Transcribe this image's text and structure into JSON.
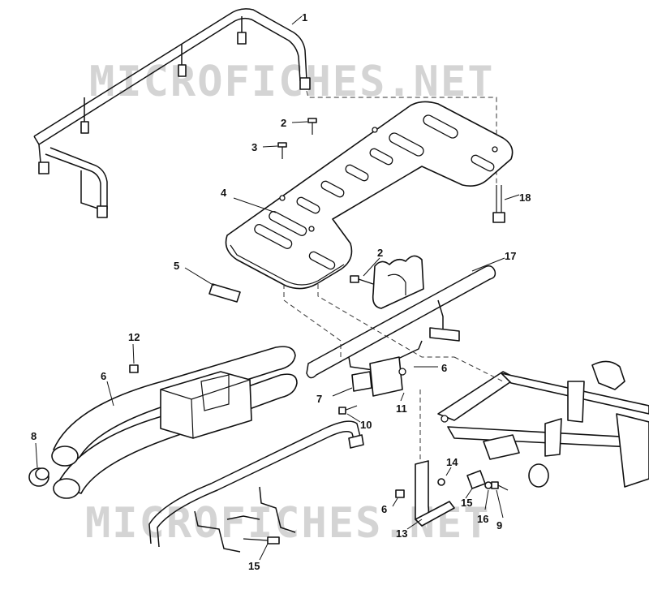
{
  "watermarks": [
    "MICROFICHES.NET",
    "MICROFICHES.NET"
  ],
  "callouts": [
    "1",
    "2",
    "3",
    "4",
    "18",
    "5",
    "2",
    "17",
    "6",
    "7",
    "10",
    "11",
    "12",
    "6",
    "8",
    "15",
    "14",
    "15",
    "16",
    "6",
    "13",
    "9"
  ]
}
